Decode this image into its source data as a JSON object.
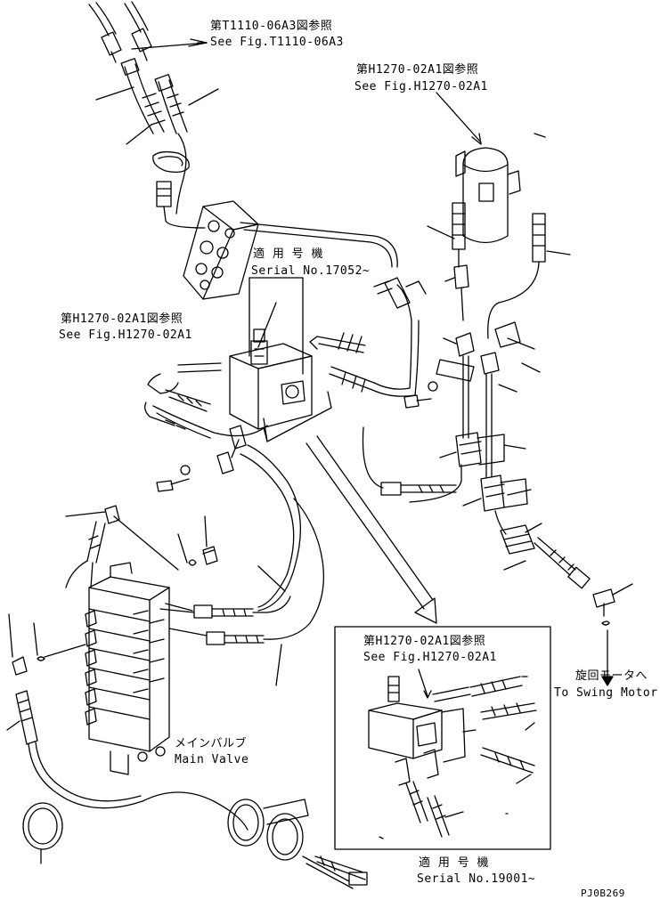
{
  "labels": {
    "ref_t1110_jp": "第T1110-06A3図参照",
    "ref_t1110_en": "See Fig.T1110-06A3",
    "ref_h1270_top_jp": "第H1270-02A1図参照",
    "ref_h1270_top_en": "See Fig.H1270-02A1",
    "serial_17052_jp": "適 用 号 機",
    "serial_17052_en": "Serial No.17052~",
    "ref_h1270_left_jp": "第H1270-02A1図参照",
    "ref_h1270_left_en": "See Fig.H1270-02A1",
    "ref_h1270_inset_jp": "第H1270-02A1図参照",
    "ref_h1270_inset_en": "See Fig.H1270-02A1",
    "swing_motor_jp": "旋回モータへ",
    "swing_motor_en": "To Swing Motor",
    "main_valve_jp": "メインバルブ",
    "main_valve_en": "Main Valve",
    "serial_19001_jp": "適 用 号 機",
    "serial_19001_en": "Serial No.19001~",
    "drawing_code": "PJ0B269"
  },
  "colors": {
    "ink": "#000000",
    "paper": "#ffffff"
  }
}
